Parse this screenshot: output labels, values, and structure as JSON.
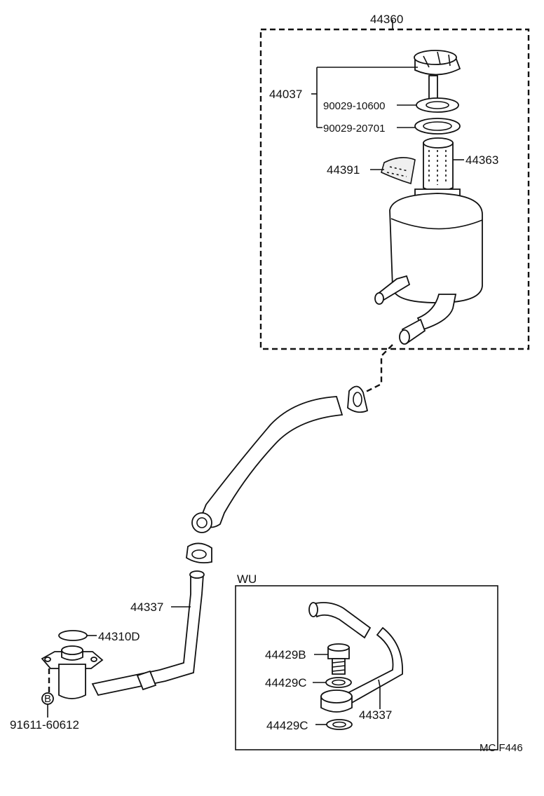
{
  "labels": {
    "assembly": "44360",
    "cap_assy": "44037",
    "gasket_upper": "90029-10600",
    "gasket_lower": "90029-20701",
    "strainer": "44363",
    "clamp": "44391",
    "tube_main": "44337",
    "oring": "44310D",
    "bolt_mark": "B",
    "bolt": "91611-60612",
    "variant": "WU",
    "union_bolt": "44429B",
    "gasket_c_upper": "44429C",
    "gasket_c_lower": "44429C",
    "tube_variant": "44337",
    "figure_code": "MC F446"
  }
}
